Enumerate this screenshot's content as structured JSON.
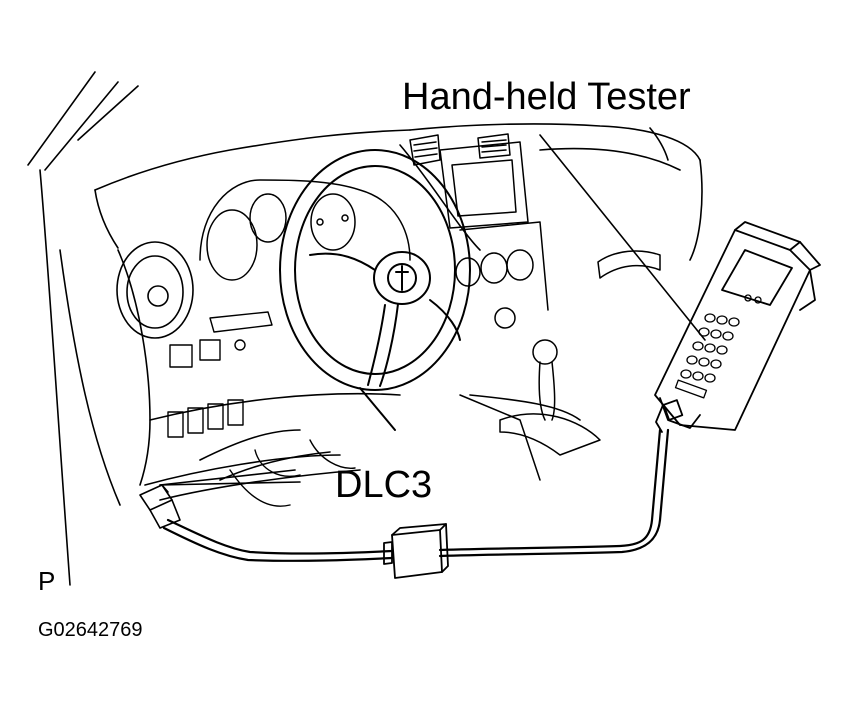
{
  "labels": {
    "tester": "Hand-held Tester",
    "dlc": "DLC3",
    "corner_mark": "P",
    "figure_id": "G02642769"
  },
  "colors": {
    "line": "#000000",
    "background": "#ffffff"
  }
}
